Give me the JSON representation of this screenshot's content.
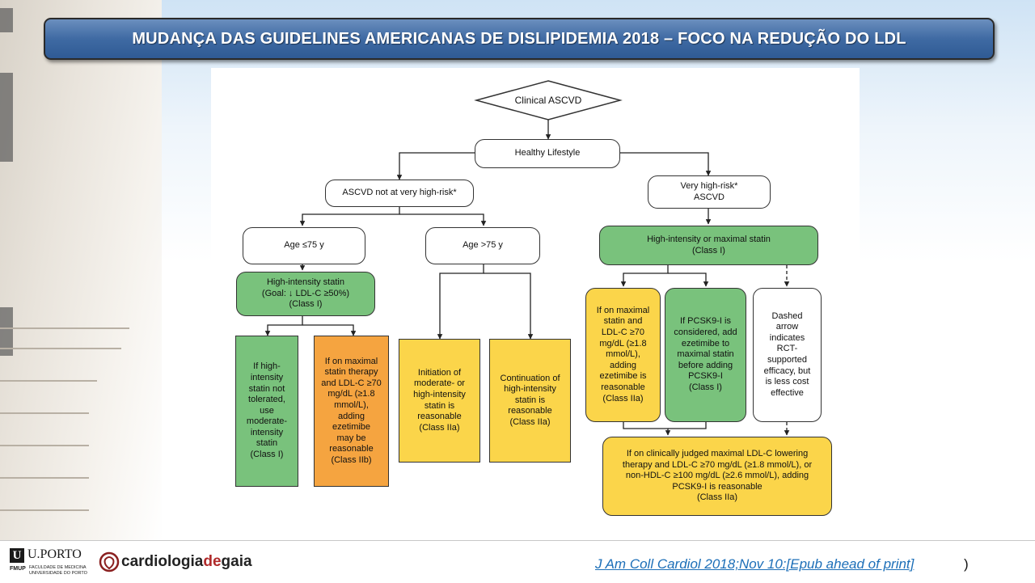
{
  "slide": {
    "title": "MUDANÇA DAS GUIDELINES AMERICANAS DE DISLIPIDEMIA 2018 – FOCO NA REDUÇÃO DO LDL"
  },
  "flowchart": {
    "start": "Clinical ASCVD",
    "lifestyle": "Healthy Lifestyle",
    "left_branch": "ASCVD not at very high-risk*",
    "right_branch": "Very high-risk*\nASCVD",
    "age_le75": "Age ≤75 y",
    "age_gt75": "Age >75 y",
    "high_intensity_statin": "High-intensity statin\n(Goal: ↓ LDL-C ≥50%)\n(Class I)",
    "statin_not_tolerated": "If high-\nintensity\nstatin not\ntolerated,\nuse\nmoderate-\nintensity\nstatin\n(Class I)",
    "max_statin_ezetimibe_iib": "If on maximal\nstatin therapy\nand LDL-C ≥70\nmg/dL (≥1.8\nmmol/L),\nadding\nezetimibe\nmay be\nreasonable\n(Class IIb)",
    "initiation_moderate": "Initiation of\nmoderate- or\nhigh-intensity\nstatin is\nreasonable\n(Class IIa)",
    "continuation_high": "Continuation of\nhigh-intensity\nstatin is\nreasonable\n(Class IIa)",
    "high_or_maximal_statin": "High-intensity or maximal statin\n(Class I)",
    "max_statin_ezetimibe_iia": "If on maximal\nstatin and\nLDL-C ≥70\nmg/dL (≥1.8\nmmol/L),\nadding\nezetimibe is\nreasonable\n(Class IIa)",
    "pcsk9_considered": "If PCSK9-I is\nconsidered, add\nezetimibe to\nmaximal statin\nbefore adding\nPCSK9-I\n(Class I)",
    "dashed_note": "Dashed\narrow\nindicates\nRCT-\nsupported\nefficacy, but\nis less cost\neffective",
    "pcsk9_reasonable": "If on clinically judged maximal LDL-C lowering\ntherapy and LDL-C ≥70 mg/dL (≥1.8 mmol/L), or\nnon-HDL-C ≥100 mg/dL (≥2.6 mmol/L), adding\nPCSK9-I is reasonable\n(Class IIa)"
  },
  "colors": {
    "green": "#79c27c",
    "orange": "#f5a440",
    "yellow": "#fbd54a",
    "title_bar": "#3f6aa3"
  },
  "footer": {
    "porto_logo": "U.PORTO",
    "fmup_label": "FMUP",
    "fmup_sub": "FACULDADE DE MEDICINA\nUNIVERSIDADE DO PORTO",
    "gaia_prefix": "cardiologia",
    "gaia_de": "de",
    "gaia_suffix": "gaia",
    "reference": "J Am Coll Cardiol 2018;Nov 10:[Epub ahead of print]",
    "reference_close": ")"
  }
}
